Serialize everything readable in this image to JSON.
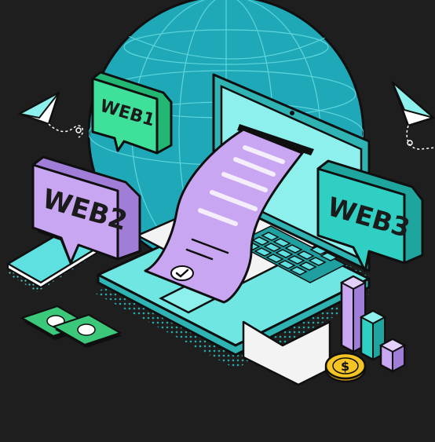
{
  "illustration": {
    "bubbles": {
      "web1": "WEB1",
      "web2": "WEB2",
      "web3": "WEB3"
    },
    "icons": {
      "globe": "globe-icon",
      "laptop": "laptop-icon",
      "receipt": "receipt-icon",
      "phone": "smartphone-icon",
      "money": "banknote-icon",
      "coin": "dollar-coin-icon",
      "plane": "paper-plane-icon",
      "chart": "bar-chart-icon",
      "check": "check-icon"
    },
    "colors": {
      "background": "#1e1e1e",
      "globe": "#1fa9b8",
      "laptop": "#5fe0e0",
      "web1": "#3fe09a",
      "web2": "#c8a6f2",
      "web3": "#2fcfc4",
      "coin": "#f5c524",
      "money": "#3cc87a"
    }
  }
}
